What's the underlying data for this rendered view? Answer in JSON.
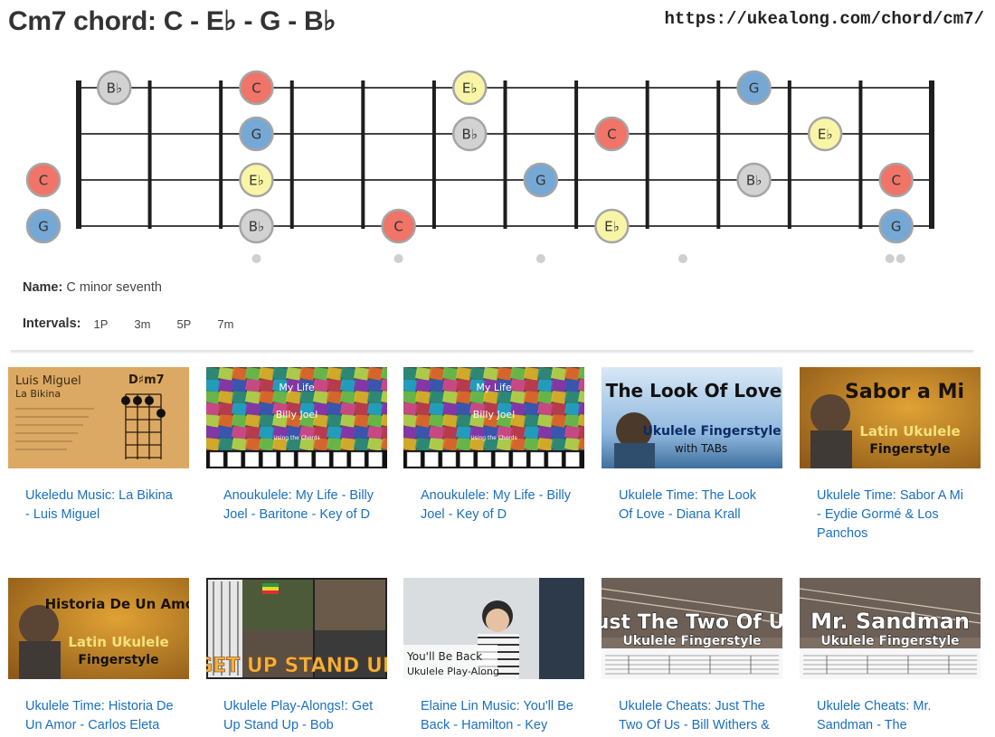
{
  "title": "Cm7 chord: C - E♭ - G - B♭",
  "url": "https://ukealong.com/chord/cm7/",
  "colors": {
    "C": "#f07468",
    "Eb": "#f9f5a6",
    "G": "#76a8d6",
    "Bb": "#d2d2d2"
  },
  "fretboard": {
    "notes": [
      {
        "string": 1,
        "fret": 1,
        "label": "B♭",
        "tone": "Bb"
      },
      {
        "string": 1,
        "fret": 3,
        "label": "C",
        "tone": "C"
      },
      {
        "string": 1,
        "fret": 6,
        "label": "E♭",
        "tone": "Eb"
      },
      {
        "string": 1,
        "fret": 10,
        "label": "G",
        "tone": "G"
      },
      {
        "string": 2,
        "fret": 3,
        "label": "G",
        "tone": "G"
      },
      {
        "string": 2,
        "fret": 6,
        "label": "B♭",
        "tone": "Bb"
      },
      {
        "string": 2,
        "fret": 8,
        "label": "C",
        "tone": "C"
      },
      {
        "string": 2,
        "fret": 11,
        "label": "E♭",
        "tone": "Eb"
      },
      {
        "string": 3,
        "fret": 0,
        "label": "C",
        "tone": "C"
      },
      {
        "string": 3,
        "fret": 3,
        "label": "E♭",
        "tone": "Eb"
      },
      {
        "string": 3,
        "fret": 7,
        "label": "G",
        "tone": "G"
      },
      {
        "string": 3,
        "fret": 10,
        "label": "B♭",
        "tone": "Bb"
      },
      {
        "string": 3,
        "fret": 12,
        "label": "C",
        "tone": "C"
      },
      {
        "string": 4,
        "fret": 0,
        "label": "G",
        "tone": "G"
      },
      {
        "string": 4,
        "fret": 3,
        "label": "B♭",
        "tone": "Bb"
      },
      {
        "string": 4,
        "fret": 5,
        "label": "C",
        "tone": "C"
      },
      {
        "string": 4,
        "fret": 8,
        "label": "E♭",
        "tone": "Eb"
      },
      {
        "string": 4,
        "fret": 12,
        "label": "G",
        "tone": "G"
      }
    ],
    "inlay_frets": [
      3,
      5,
      7,
      9
    ],
    "double_inlay_fret": 12
  },
  "info": {
    "name_label": "Name:",
    "name_value": "C minor seventh",
    "intervals_label": "Intervals:",
    "intervals": [
      "1P",
      "3m",
      "5P",
      "7m"
    ]
  },
  "videos": [
    {
      "title": "Ukeledu Music: La Bikina - Luis Miguel",
      "thumb": {
        "style": "chart",
        "bg": "#dba964",
        "line1": "Luis Miguel",
        "line2": "La Bikina",
        "line3": "D♯m7"
      }
    },
    {
      "title": "Anoukulele: My Life - Billy Joel - Baritone - Key of D",
      "thumb": {
        "style": "mosaic",
        "line1": "My Life",
        "line2": "Billy Joel",
        "line3": "Using the Chords"
      }
    },
    {
      "title": "Anoukulele: My Life - Billy Joel - Key of D",
      "thumb": {
        "style": "mosaic",
        "line1": "My Life",
        "line2": "Billy Joel",
        "line3": "Using the Chords"
      }
    },
    {
      "title": "Ukulele Time: The Look Of Love - Diana Krall",
      "thumb": {
        "style": "sea",
        "line1": "The Look Of Love",
        "line2": "Ukulele Fingerstyle",
        "line3": "with TABs"
      }
    },
    {
      "title": "Ukulele Time: Sabor A Mi - Eydie Gormé & Los Panchos",
      "thumb": {
        "style": "latin",
        "line1": "Sabor a Mi",
        "line2": "Latin Ukulele",
        "line3": "Fingerstyle"
      }
    },
    {
      "title": "Ukulele Time: Historia De Un Amor - Carlos Eleta",
      "thumb": {
        "style": "latin",
        "line1": "Historia De Un Amor",
        "line2": "Latin Ukulele",
        "line3": "Fingerstyle"
      }
    },
    {
      "title": "Ukulele Play-Alongs!: Get Up Stand Up - Bob",
      "thumb": {
        "style": "reggae",
        "line1": "GET UP STAND UP",
        "line2": "",
        "line3": ""
      }
    },
    {
      "title": "Elaine Lin Music: You'll Be Back - Hamilton - Key",
      "thumb": {
        "style": "room",
        "line1": "You'll Be Back",
        "line2": "Ukulele Play-Along",
        "line3": ""
      }
    },
    {
      "title": "Ukulele Cheats: Just The Two Of Us - Bill Withers &",
      "thumb": {
        "style": "tab",
        "line1": "Just The Two Of Us",
        "line2": "Ukulele Fingerstyle",
        "line3": ""
      }
    },
    {
      "title": "Ukulele Cheats: Mr. Sandman - The",
      "thumb": {
        "style": "tab",
        "line1": "Mr. Sandman",
        "line2": "Ukulele Fingerstyle",
        "line3": ""
      }
    }
  ]
}
